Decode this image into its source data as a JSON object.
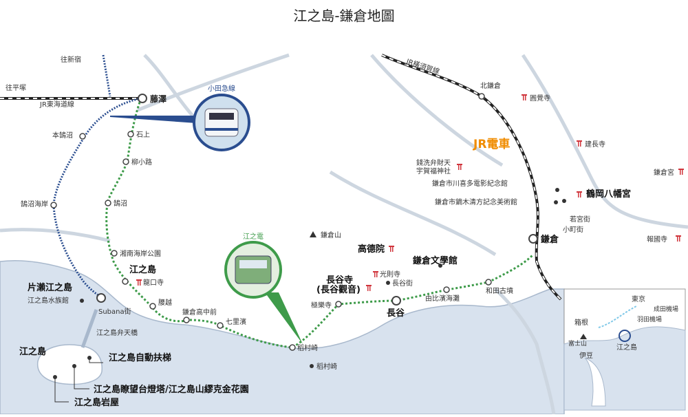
{
  "title": "江之島-鎌倉地圖",
  "line_labels": {
    "jr_yokosuka": "JR橫須賀線",
    "jr_tokaido": "JR東海道線",
    "odakyu": "小田急線",
    "enoden": "江之電",
    "jr_train": "JR電車"
  },
  "stations": {
    "fujisawa": "藤澤",
    "ishigami": "石上",
    "yanagikoji": "柳小路",
    "kugenuma": "鵠沼",
    "shonan_kaigan": "湘南海岸公園",
    "enoshima_enoden": "江之島",
    "koshigoe": "腰越",
    "kamakura_koko": "鎌倉高中前",
    "shichirigahama": "七里濱",
    "inamuragasaki": "稻村崎",
    "gokurakuji": "極樂寺",
    "hase": "長谷",
    "yuigahama": "由比濱海灘",
    "wadazuka": "和田古墳",
    "kamakura": "鎌倉",
    "kita_kamakura": "北鎌倉",
    "hon_kugenuma": "本鵠沼",
    "kugenuma_kaigan": "鵠沼海岸",
    "katase_enoshima": "片瀨江之島",
    "yuki_shinjuku": "往新宿",
    "yuki_hiratsuka": "往平塚"
  },
  "places": {
    "engakuji": "圓覺寺",
    "kenchoji": "建長寺",
    "kamakuragu": "鎌倉宮",
    "zeniarai": "錢洗弁財天\n宇賀福神社",
    "kawakita": "鎌倉市川喜多電影紀念館",
    "kaburaki": "鎌倉市鏑木清方記念美術館",
    "tsurugaoka": "鶴岡八幡宮",
    "wakamiya": "若宮街",
    "komachi": "小町街",
    "hokokuji": "報國寺",
    "kamakurayama": "鎌倉山",
    "kotokuin": "高德院",
    "bungakukan": "鎌倉文學館",
    "kosokuji": "光則寺",
    "hase_street": "長谷街",
    "hasedera_1": "長谷寺",
    "hasedera_2": "(長谷觀音)",
    "ryukoji": "龍口寺",
    "subana": "Subana街",
    "aquarium": "江之島水族館",
    "benten_bridge": "江之島弁天橋",
    "enoshima_island": "江之島",
    "escalator": "江之島自動扶梯",
    "lighthouse": "江之島瞭望台燈塔/江之島山繆克金花園",
    "iwaya": "江之島岩屋",
    "inamuragasaki_cape": "稻村崎"
  },
  "inset": {
    "tokyo": "東京",
    "haneda": "羽田機場",
    "narita": "成田機場",
    "hakone": "箱根",
    "fuji": "富士山",
    "izu": "伊豆",
    "enoshima": "江之島"
  },
  "colors": {
    "land": "#ffffff",
    "sea": "#d8e2ee",
    "coast": "#a8b8cc",
    "road": "#cdd6e0",
    "odakyu": "#2a4d8f",
    "enoden": "#3e9b4a",
    "jr": "#222222",
    "shrine": "#d0343b",
    "jr_label": "#f08c00"
  }
}
